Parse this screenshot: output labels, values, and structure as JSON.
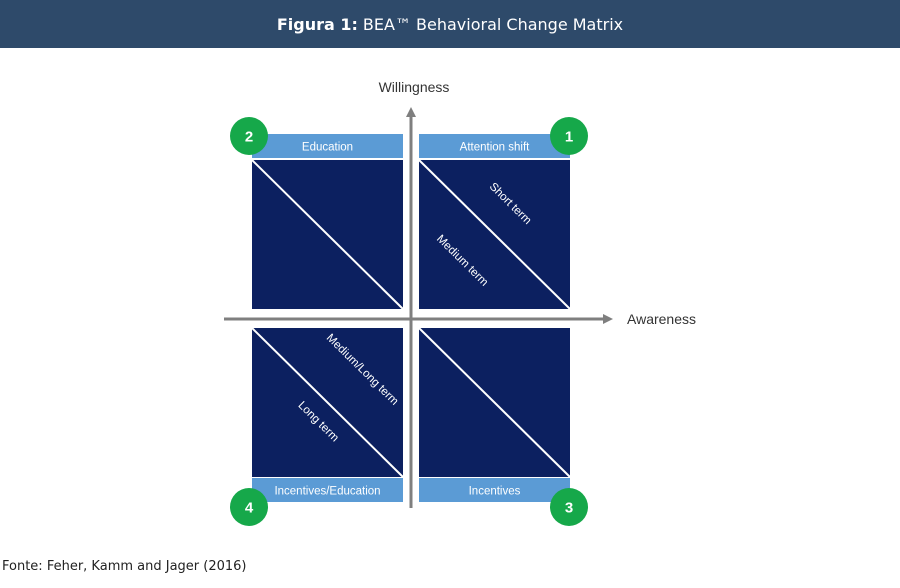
{
  "header": {
    "figure_label": "Figura 1:",
    "title": "BEA™ Behavioral Change Matrix"
  },
  "axes": {
    "y_label": "Willingness",
    "x_label": "Awareness"
  },
  "quadrants": [
    {
      "number": "1",
      "label": "Attention shift",
      "upper_text": "Short term",
      "lower_text": "Medium term"
    },
    {
      "number": "2",
      "label": "Education",
      "upper_text": "",
      "lower_text": ""
    },
    {
      "number": "3",
      "label": "Incentives",
      "upper_text": "",
      "lower_text": ""
    },
    {
      "number": "4",
      "label": "Incentives/Education",
      "upper_text": "Medium/Long term",
      "lower_text": "Long term"
    }
  ],
  "source": "Fonte: Feher, Kamm and Jager (2016)",
  "colors": {
    "header_bg": "#2e4a6a",
    "quadrant_fill": "#0c2060",
    "label_bar": "#5b9bd5",
    "badge": "#16a84a",
    "axis": "#7f7f7f"
  }
}
